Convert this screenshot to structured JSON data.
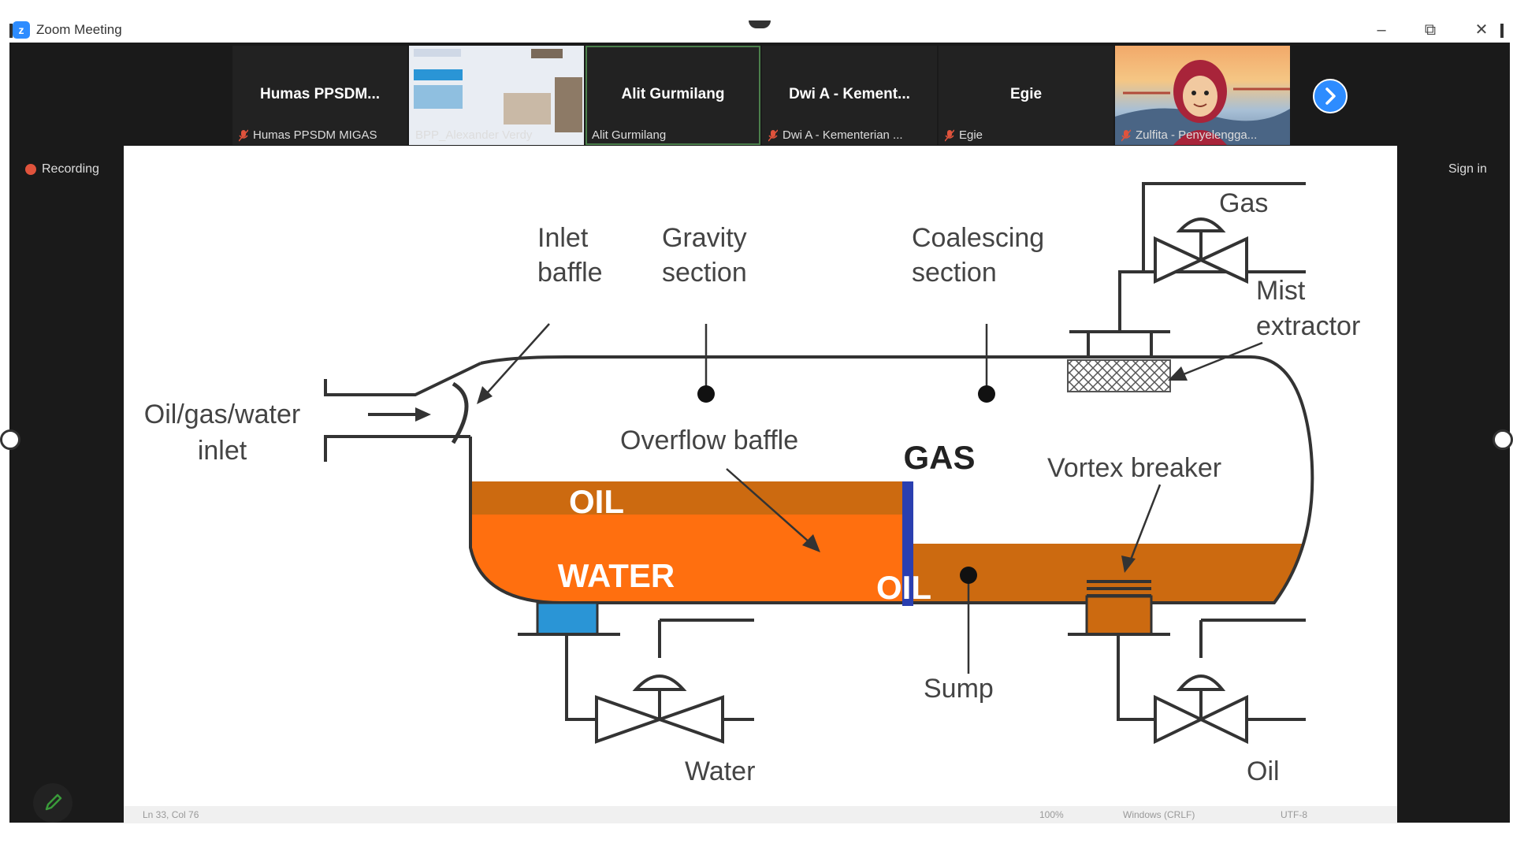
{
  "window": {
    "title": "Zoom Meeting",
    "minimize": "–",
    "maximize": "⧉",
    "close": "✕"
  },
  "recording": {
    "label": "Recording"
  },
  "sign_in": "Sign in",
  "participants": [
    {
      "display": "Humas  PPSDM...",
      "label": "Humas PPSDM MIGAS",
      "muted": true
    },
    {
      "display": "",
      "label": "BPP_Alexander Verdy",
      "muted": false
    },
    {
      "display": "Alit Gurmilang",
      "label": "Alit Gurmilang",
      "muted": false
    },
    {
      "display": "Dwi A - Kement...",
      "label": "Dwi A - Kementerian ...",
      "muted": true
    },
    {
      "display": "Egie",
      "label": "Egie",
      "muted": true
    },
    {
      "display": "",
      "label": "Zulfita - Penyelengga...",
      "muted": true
    }
  ],
  "diagram": {
    "inlet": [
      "Oil/gas/water",
      "inlet"
    ],
    "inlet_baffle": [
      "Inlet",
      "baffle"
    ],
    "gravity_section": [
      "Gravity",
      "section"
    ],
    "coalescing_section": [
      "Coalescing",
      "section"
    ],
    "gas_outlet": "Gas",
    "mist_extractor": [
      "Mist",
      "extractor"
    ],
    "overflow_baffle": "Overflow baffle",
    "gas_phase": "GAS",
    "vortex_breaker": "Vortex breaker",
    "oil_left": "OIL",
    "water": "WATER",
    "oil_right": "OIL",
    "sump": "Sump",
    "water_outlet": "Water",
    "oil_outlet": "Oil",
    "colors": {
      "oil": "#cc6a10",
      "water": "#ff6f0f",
      "baffle": "#2a3fb0",
      "nozzle": "#2a95d6"
    }
  },
  "status_bar": {
    "position": "Ln 33, Col 76",
    "zoom": "100%",
    "line_ending": "Windows (CRLF)",
    "encoding": "UTF-8"
  },
  "colors": {
    "accent": "#2D8CFF",
    "recording": "#e0533c"
  }
}
